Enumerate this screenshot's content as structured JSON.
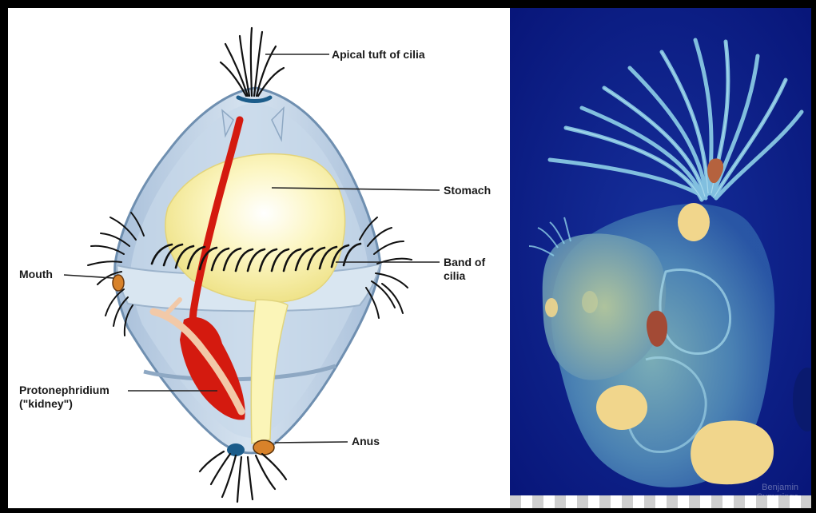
{
  "labels": {
    "apical_tuft": "Apical tuft of cilia",
    "stomach": "Stomach",
    "band_of_cilia": "Band of\ncilia",
    "mouth": "Mouth",
    "protonephridium": "Protonephridium\n(\"kidney\")",
    "anus": "Anus"
  },
  "watermark": "Benjamin\nCummings",
  "colors": {
    "body_fill": "#b9cde3",
    "body_outline": "#6f8fb0",
    "stomach": "#fdf5b0",
    "protonephridium": "#d41a0f",
    "mouth_anus": "#d8822a",
    "photo_background": "#0b1f8c",
    "cilia": "#111111"
  }
}
